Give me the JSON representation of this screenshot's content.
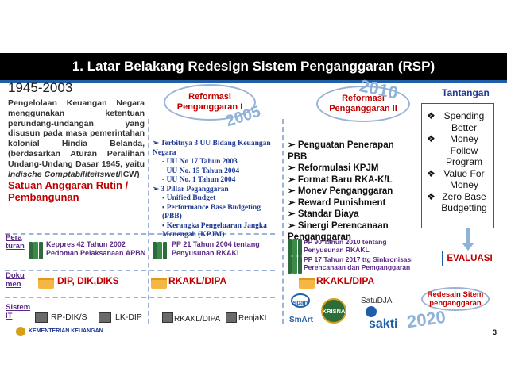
{
  "title": "1.  Latar Belakang Redesign Sistem Penganggaran (RSP)",
  "period": "1945-2003",
  "left": {
    "description_parts": [
      "Pengelolaan Keuangan Negara menggunakan ketentuan perundang-undangan yang disusun pada masa pemerintahan kolonial Hindia Belanda, (berdasarkan Aturan Peralihan Undang-Undang Dasar 1945, yaitu ",
      "Indische Comptabiliteitswet",
      "/ICW)"
    ],
    "satuan": "Satuan Anggaran Rutin / Pembangunan",
    "regulation": "Keppres 42 Tahun 2002 Pedoman Pelaksanaan APBN",
    "documents": "DIP, DIK,DIKS",
    "system_1": "RP-DIK/S",
    "system_2": "LK-DIP"
  },
  "row_labels": {
    "peraturan": "Pera turan",
    "dokumen": "Doku men",
    "sistem": "Sistem IT"
  },
  "reform1": {
    "label": "Reformasi Penganggaran I",
    "year": "2005",
    "points_title": "Terbitnya 3 UU Bidang Keuangan Negara",
    "laws": [
      "- UU No 17 Tahun 2003",
      "- UU No. 15  Tahun 2004",
      "- UU No. 1 Tahun 2004"
    ],
    "pillars_title": "3 Pillar Peganggaran",
    "pillars": [
      "Unified Budget",
      "Performance Base Budgeting (PBB)",
      "Kerangka Pengeluaran Jangka Menengah (KPJM)"
    ],
    "regulation": "PP 21 Tahun 2004 tentang Penyusunan RKAKL",
    "documents": "RKAKL/DIPA",
    "system_1": "RKAKL/DIPA",
    "system_2": "RenjaKL"
  },
  "reform2": {
    "label": "Reformasi Penganggaran II",
    "year": "2010",
    "points": [
      "Penguatan Penerapan PBB",
      "Reformulasi KPJM",
      "Format Baru RKA-K/L",
      "Monev Penganggaran",
      "Reward Punishment",
      "Standar Biaya",
      "Sinergi Perencanaan Penganggaran"
    ],
    "regulation_1": "PP 90 Tahun 2010 tentang Penyusunan RKAKL",
    "regulation_2": "PP 17 Tahun 2017 ttg Sinkronisasi Perencanaan dan Pemganggaran",
    "documents": "RKAKL/DIPA",
    "systems": [
      "span",
      "SmArt",
      "KRISNA",
      "SatuDJA",
      "sakti"
    ]
  },
  "tantangan": {
    "title": "Tantangan",
    "items": [
      "Spending Better",
      "Money Follow Program",
      "Value For Money",
      "Zero Base Budgetting"
    ]
  },
  "evaluasi": "EVALUASI",
  "redesain": {
    "label": "Redesain Sitem penganggaran",
    "year": "2020"
  },
  "footer": {
    "ministry": "KEMENTERIAN KEUANGAN",
    "page_number": "3"
  },
  "colors": {
    "title_bg": "#000000",
    "accent_blue": "#1f5fa8",
    "text_red": "#c00000",
    "text_purple": "#5b2a86",
    "text_blue": "#1f3a93"
  }
}
